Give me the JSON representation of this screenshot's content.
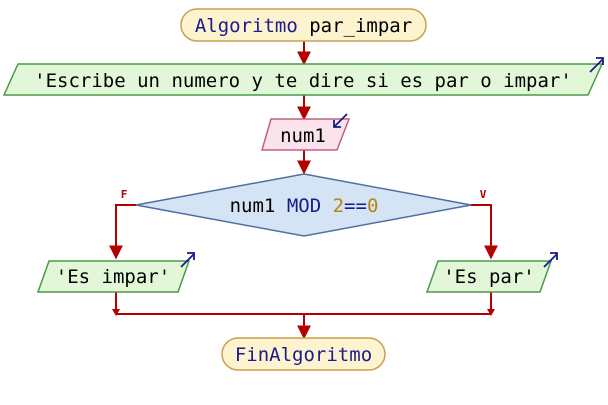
{
  "diagram": {
    "title_pre": "Algoritmo ",
    "title_name": "par_impar",
    "output_text": "'Escribe un numero y te dire si es par o impar'",
    "input_var": "num1",
    "condition": {
      "var": "num1",
      "op": "MOD",
      "num1": "2",
      "eq": "==",
      "num2": "0"
    },
    "branch_false_label": "F",
    "branch_true_label": "V",
    "output_false": "'Es impar'",
    "output_true": "'Es par'",
    "end_text": "FinAlgoritmo"
  },
  "colors": {
    "connector": "#b50000",
    "terminal_fill": "#fdf3cf",
    "terminal_stroke": "#c8a050",
    "output_fill": "#e2f7d8",
    "output_stroke": "#4a9a4a",
    "input_fill": "#fbe3ee",
    "input_stroke": "#c06080",
    "decision_fill": "#d5e4f5",
    "decision_stroke": "#4f6fa0",
    "keyword": "#1a1a8c",
    "text": "#000000",
    "string": "#1a6a1a",
    "number": "#b8860b",
    "arrow_icon": "#1a1a8c"
  }
}
